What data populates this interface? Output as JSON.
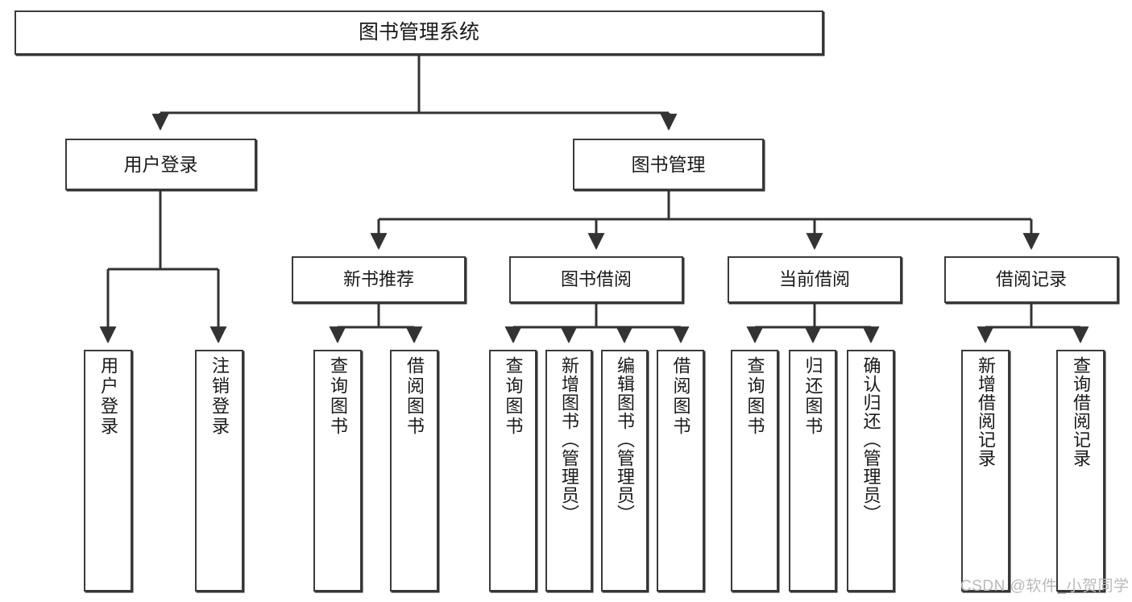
{
  "diagram": {
    "type": "tree",
    "title": "图书管理系统",
    "watermark": "CSDN @软件_小贺同学",
    "colors": {
      "box_border": "#3b3b3b",
      "box_fill": "#ffffff",
      "connector": "#333333",
      "text": "#1a1a1a",
      "watermark": "#b9b9b9"
    },
    "root": {
      "label": "图书管理系统"
    },
    "level2": [
      {
        "label": "用户登录"
      },
      {
        "label": "图书管理"
      }
    ],
    "level3": [
      {
        "label": "新书推荐"
      },
      {
        "label": "图书借阅"
      },
      {
        "label": "当前借阅"
      },
      {
        "label": "借阅记录"
      }
    ],
    "leaves": {
      "user_login": [
        {
          "label": "用户登录"
        },
        {
          "label": "注销登录"
        }
      ],
      "new_book": [
        {
          "label": "查询图书"
        },
        {
          "label": "借阅图书"
        }
      ],
      "book_borrow": [
        {
          "label": "查询图书"
        },
        {
          "label": "新增图书（管理员）"
        },
        {
          "label": "编辑图书（管理员）"
        },
        {
          "label": "借阅图书"
        }
      ],
      "current_borrow": [
        {
          "label": "查询图书"
        },
        {
          "label": "归还图书"
        },
        {
          "label": "确认归还（管理员）"
        }
      ],
      "borrow_record": [
        {
          "label": "新增借阅记录"
        },
        {
          "label": "查询借阅记录"
        }
      ]
    }
  }
}
